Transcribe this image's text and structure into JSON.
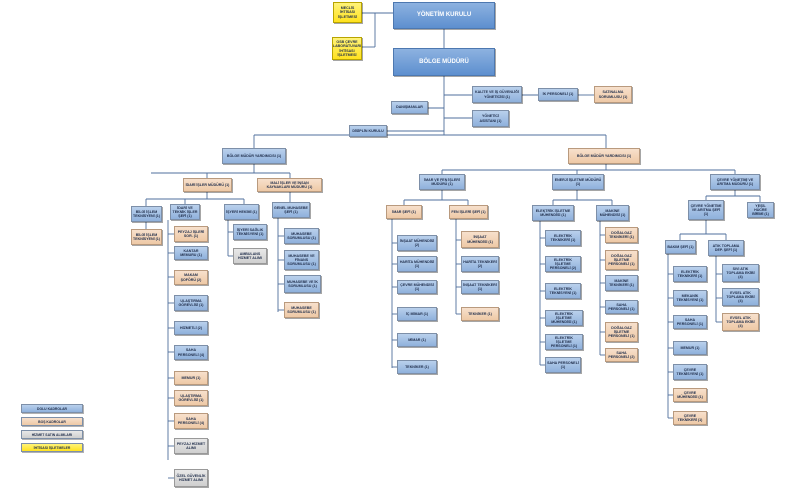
{
  "top": {
    "meclis": "MECLİS İHTİSASI İŞLETMESİ",
    "yonetim_kurulu": "YÖNETİM KURULU",
    "osb_lab": "OSB ÇEVRE LABORATUVARI İHTİSASI İŞLETMESİ",
    "bolge_muduru": "BÖLGE MÜDÜRÜ",
    "kalite": "KALİTE VE İŞ GÜVENLİĞİ YÖNETİCİSİ (1)",
    "ik_personeli": "İK PERSONELİ (1)",
    "satinalma": "SATINALMA SORUMLUSU (1)",
    "danismanlar": "DANIŞMANLAR",
    "yonetici_asistani": "YÖNETİCİ ASİSTANI (1)",
    "disiplin": "DİSİPLİN KURULU"
  },
  "vice": {
    "left": "BÖLGE MÜDÜR YARDIMCISI (1)",
    "right": "BÖLGE MÜDÜR YARDIMCISI (1)"
  },
  "left_branch": {
    "idari_isler_muduru": "İDARİ İŞLER MÜDÜRÜ (1)",
    "mali_isler": "MALİ İŞLER VE İNSAN KAYNAKLARI MÜDÜRÜ (1)",
    "bilgi_islem": "BİLGİ İŞLEM TEKNİSYENİ (1)",
    "bilgi_islem_t2": "BİLGİ İŞLEM TEKNİSYENİ (1)",
    "idari_teknik_sef": "İDARİ VE TEKNİK İŞLER ŞEFİ (1)",
    "peyzaj_sef": "PEYZAJ İŞLERİ SOR. (1)",
    "kantar": "KANTAR MEMURU (1)",
    "makam_soforu": "MAKAM ŞOFÖRÜ (2)",
    "ulastirma": "ULAŞTIRMA GÖREVLİSİ (1)",
    "hizmetli": "HİZMETLİ (2)",
    "saha_personeli_a": "SAHA PERSONELİ (4)",
    "memur_a": "MEMUR (1)",
    "ulastirma_b": "ULAŞTIRMA GÖREVLİSİ (1)",
    "saha_personeli_b": "SAHA PERSONELİ (4)",
    "peyzaj_hizmet": "PEYZAJ HİZMET ALIMI",
    "ozel_guvenlik": "ÖZEL GÜVENLİK HİZMET ALIMI",
    "isyeri_hekimi": "İŞYERİ HEKİMİ (1)",
    "isyeri_saglik": "İŞYERİ SAĞLIK TEKNİSYENİ (1)",
    "ambulans": "AMBULANS HİZMET ALIMI",
    "genel_muhasebe": "GENEL MUHASEBE ŞEFİ (1)",
    "muhasebe_sor": "MUHASEBE SORUMLUSU (1)",
    "muhasebe_finans": "MUHASEBE VE FİNANS SORUMLUSU (1)",
    "muhasebe_ik": "MUHASEBE VE İK SORUMLUSU (1)",
    "muhasebe_sor_b": "MUHASEBE SORUMLUSU (1)"
  },
  "imar_branch": {
    "imar_fen_muduru": "İMAR VE FEN İŞLERİ MÜDÜRÜ (1)",
    "imar_sefi": "İMAR ŞEFİ (1)",
    "fen_sefi": "FEN İŞLERİ ŞEFİ (1)",
    "insaat_muh_a": "İNŞAAT MÜHENDİSİ (2)",
    "harita_muh": "HARİTA MÜHENDİSİ (1)",
    "cevre_muh_a": "ÇEVRE MÜHENDİSİ (1)",
    "ic_mimar": "İÇ MİMAR (1)",
    "mimar": "MİMAR (1)",
    "tekniker_a": "TEKNİKER (1)",
    "insaat_muh_b": "İNŞAAT MÜHENDİSİ (1)",
    "harita_teknikeri": "HARİTA TEKNİKERİ (2)",
    "insaat_teknikeri": "İNŞAAT TEKNİKERİ (1)",
    "tekniker_b": "TEKNİKER (1)"
  },
  "enerji_branch": {
    "enerji_muduru": "ENERJİ İŞLETME MÜDÜRÜ (1)",
    "elektrik_muh": "ELEKTRİK İŞLETME MÜHENDİSİ (1)",
    "makine_muh": "MAKİNE MÜHENDİSİ (1)",
    "elektrik_tek": "ELEKTRİK TEKNİKERİ (1)",
    "elektrik_isletme_pers": "ELEKTRİK İŞLETME PERSONELİ (2)",
    "elektrik_teknisyeni": "ELEKTRİK TEKNİSYENİ (1)",
    "elektrik_isletme_muh": "ELEKTRİK İŞLETME MÜHENDİSİ (1)",
    "elektrik_isletme_pers_b": "ELEKTRİK İŞLETME PERSONELİ (1)",
    "saha_personeli_c": "SAHA PERSONELİ (1)",
    "dogalgaz_tek": "DOĞALGAZ TEKNİKERİ (1)",
    "dogalgaz_pers": "DOĞALGAZ İŞLETME PERSONELİ (1)",
    "makine_tek": "MAKİNE TEKNİKERİ (1)",
    "saha_personeli_d": "SAHA PERSONELİ (1)",
    "dogalgaz_pers_b": "DOĞALGAZ İŞLETME PERSONELİ (1)",
    "saha_personeli_e": "SAHA PERSONELİ (2)"
  },
  "cevre_branch": {
    "cevre_muduru": "ÇEVRE YÖNETİMİ VE ARITMA MÜDÜRÜ (1)",
    "cevre_sef": "ÇEVRE YÖNETİMİ VE ARITMA ŞEFİ (1)",
    "yesil_hucre": "YEŞİL HÜCRE BİRİMİ (1)",
    "bakim_sefi": "BAKIM ŞEFİ (1)",
    "atik_sef": "ATIK TOPLAMA DEP. ŞEFİ (1)",
    "elektrik_teknikeri": "ELEKTRİK TEKNİKERİ (1)",
    "sivi_atik": "SIVI ATIK TOPLAMA EKİBİ (4)",
    "mekanik_tek": "MEKANİK TEKNİSYENİ (1)",
    "evsel_atik": "EVSEL ATIK TOPLAMA EKİBİ (4)",
    "saha_personeli_f": "SAHA PERSONELİ (1)",
    "evsel_atik_b": "EVSEL ATIK TOPLAMA EKİBİ (4)",
    "memur_b": "MEMUR (1)",
    "cevre_teknisyeni": "ÇEVRE TEKNİSYENİ (1)",
    "cevre_muh_b": "ÇEVRE MÜHENDİSİ (1)",
    "cevre_teknikeri": "ÇEVRE TEKNİKERİ (1)"
  },
  "legend": {
    "dolu": "DOLU KADROLAR",
    "bos": "BOŞ KADROLAR",
    "hizmet": "HİZMET SATIN ALIMLARI",
    "ihtisas": "İHTİSASI İŞLETMELER"
  },
  "colors": {
    "filled": "#a4c1e5",
    "vacant": "#f1d3b8",
    "service": "#dcdcdc",
    "specialized": "#ffe838",
    "line": "#4f6f9c"
  }
}
